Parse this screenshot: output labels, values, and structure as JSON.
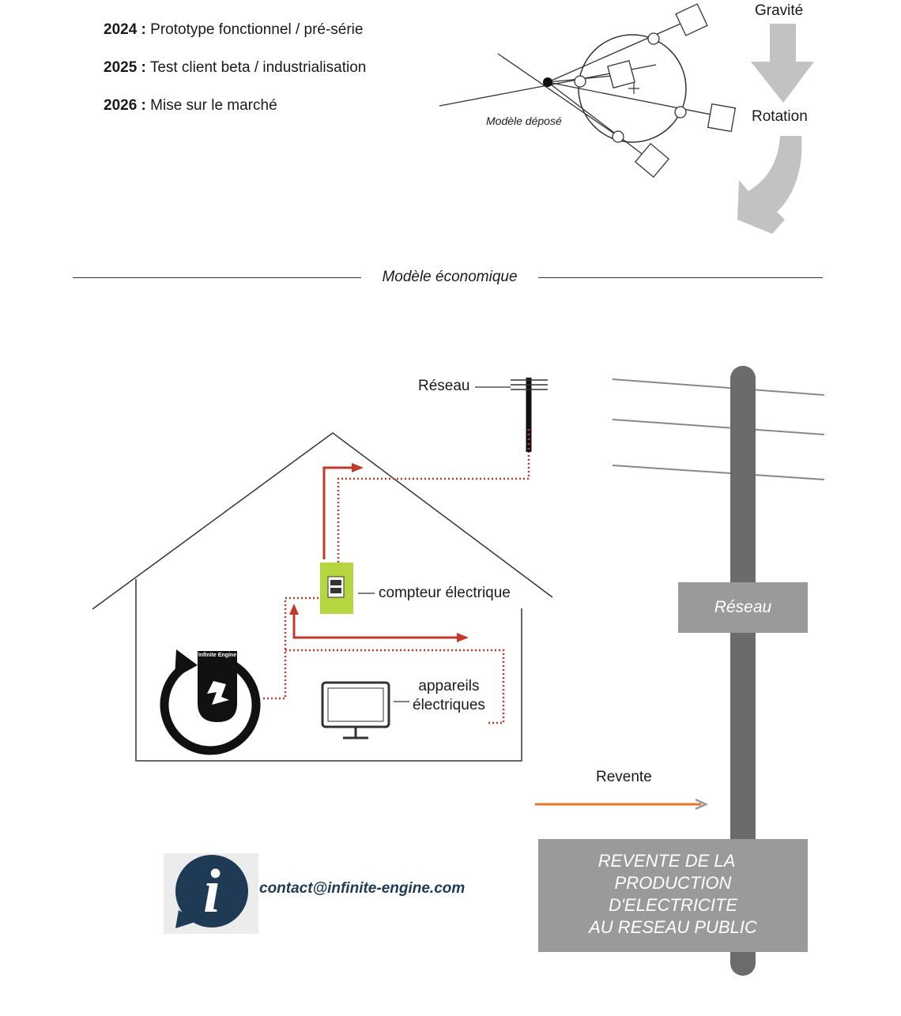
{
  "timeline": [
    {
      "year": "2024 :",
      "text": "Prototype fonctionnel / pré-série"
    },
    {
      "year": "2025 :",
      "text": "Test client beta / industrialisation"
    },
    {
      "year": "2026 :",
      "text": "Mise sur le marché"
    }
  ],
  "mechanism": {
    "model_label": "Modèle déposé",
    "gravity_label": "Gravité",
    "rotation_label": "Rotation"
  },
  "section": {
    "title": "Modèle économique"
  },
  "house": {
    "grid_label": "Réseau",
    "meter_label": "compteur électrique",
    "appliances_label_1": "appareils",
    "appliances_label_2": "électriques",
    "device_brand": "Infinite Engine"
  },
  "pole": {
    "grid_box": "Réseau",
    "resale_label": "Revente",
    "resale_box": [
      "REVENTE DE LA",
      "PRODUCTION",
      "D'ELECTRICITE",
      "AU RESEAU PUBLIC"
    ]
  },
  "contact": {
    "info_icon_glyph": "i",
    "email": "contact@infinite-engine.com"
  },
  "colors": {
    "red_wire": "#c0392b",
    "meter_green": "#b5d63e",
    "pole_gray": "#6b6b6b",
    "box_gray": "#9a9a9a",
    "info_blue": "#1e3a55",
    "arrow_gray": "#c2c2c2",
    "resale_orange": "#e8742a"
  }
}
